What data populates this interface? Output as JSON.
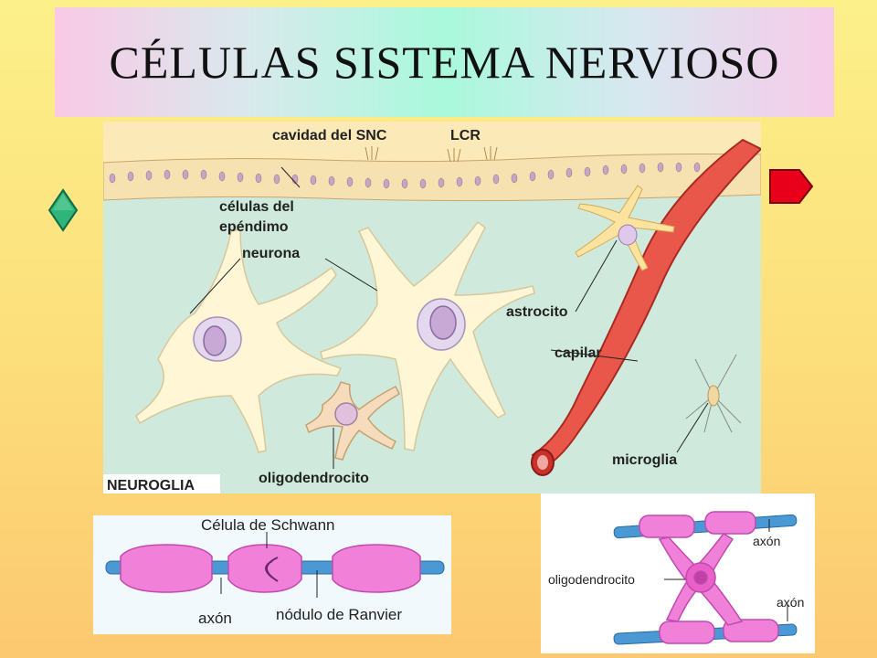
{
  "slide": {
    "title": "CÉLULAS SISTEMA NERVIOSO"
  },
  "main_figure": {
    "labels": {
      "cavidad": "cavidad del SNC",
      "lcr": "LCR",
      "ependimo_1": "células del",
      "ependimo_2": "epéndimo",
      "neurona": "neurona",
      "astrocito": "astrocito",
      "capilar": "capilar",
      "microglia": "microglia",
      "oligodendrocito": "oligodendrocito",
      "neuroglia": "NEUROGLIA"
    }
  },
  "schwann_figure": {
    "labels": {
      "schwann": "Célula de Schwann",
      "axon": "axón",
      "nodulo": "nódulo de Ranvier"
    }
  },
  "oligo_figure": {
    "labels": {
      "oligo": "oligodendrocito",
      "axon_top": "axón",
      "axon_bottom": "axón"
    }
  },
  "navigation": {
    "prev_icon": "green-diamond",
    "next_icon": "red-arrow",
    "prev_color": "#2fb57a",
    "next_color": "#e8001a"
  }
}
